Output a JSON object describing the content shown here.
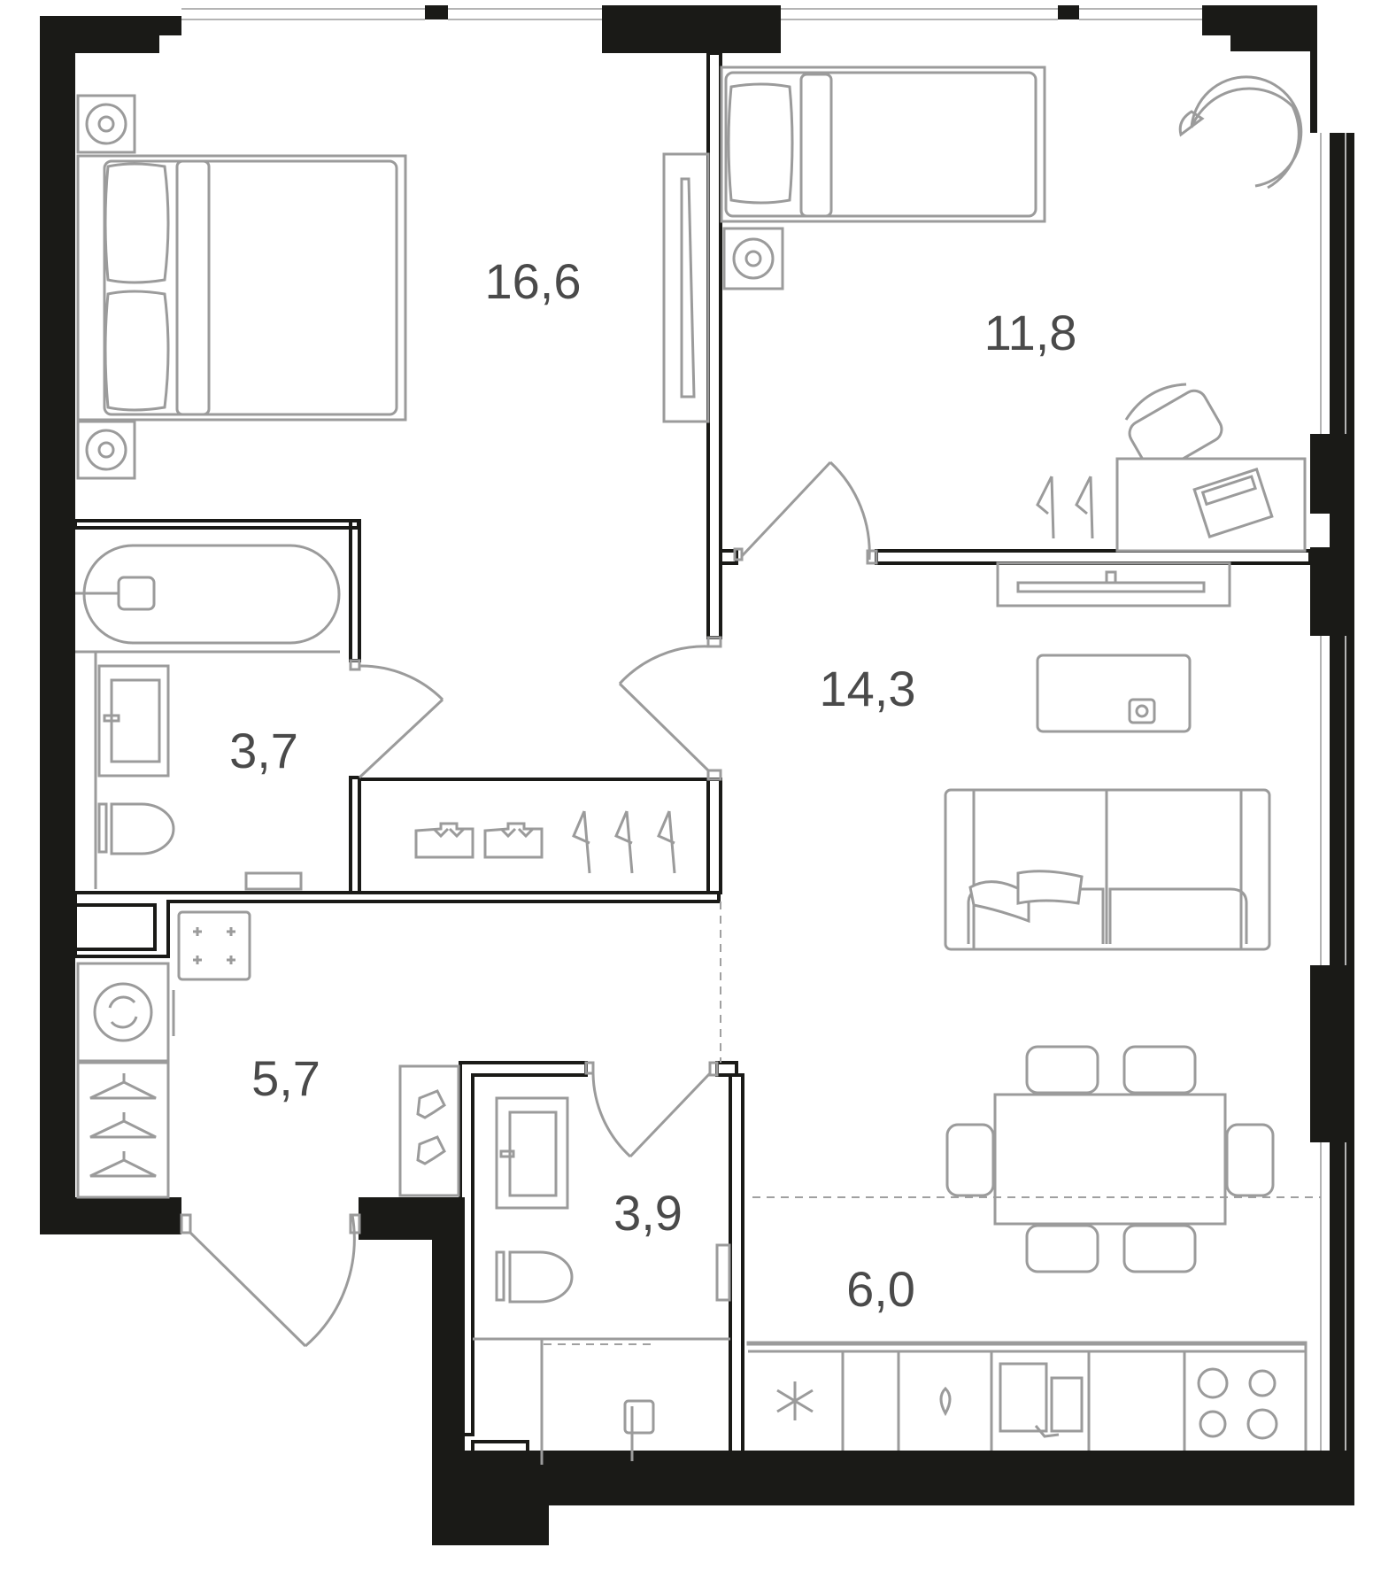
{
  "floor_plan": {
    "rooms": [
      {
        "id": "bedroom-large",
        "area": "16,6"
      },
      {
        "id": "bedroom-small",
        "area": "11,8"
      },
      {
        "id": "living-room",
        "area": "14,3"
      },
      {
        "id": "bathroom",
        "area": "3,7"
      },
      {
        "id": "hallway",
        "area": "5,7"
      },
      {
        "id": "toilet-laundry",
        "area": "3,9"
      },
      {
        "id": "kitchen",
        "area": "6,0"
      }
    ]
  },
  "colors": {
    "wall": "#1a1a17",
    "furniture": "#9b9b9b",
    "label": "#4a4a4a",
    "background": "#ffffff"
  }
}
